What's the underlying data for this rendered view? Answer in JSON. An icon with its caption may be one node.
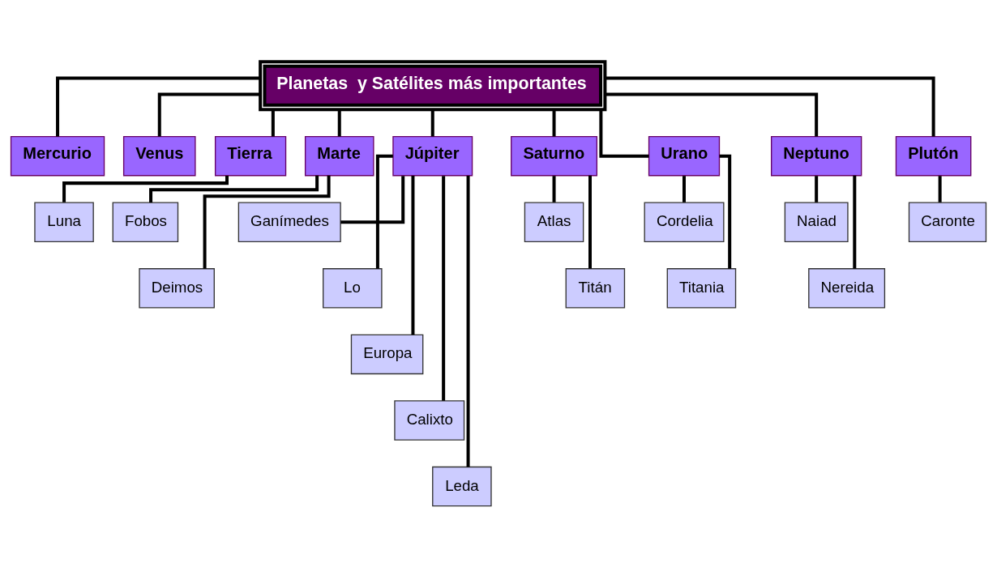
{
  "diagram": {
    "nodes": [
      {
        "text": [
          "Planetas  y Satélites más importantes"
        ]
      },
      {
        "text": [
          "Mercurio"
        ]
      },
      {
        "text": [
          "Venus"
        ]
      },
      {
        "text": [
          "Tierra"
        ]
      },
      {
        "text": [
          "Marte"
        ]
      },
      {
        "text": [
          "Júpiter"
        ]
      },
      {
        "text": [
          "Saturno"
        ]
      },
      {
        "text": [
          "Urano"
        ]
      },
      {
        "text": [
          "Neptuno"
        ]
      },
      {
        "text": [
          "Plutón"
        ]
      },
      {
        "text": [
          "Luna"
        ]
      },
      {
        "text": [
          "Fobos"
        ]
      },
      {
        "text": [
          "Deimos"
        ]
      },
      {
        "text": [
          "Ganímedes"
        ]
      },
      {
        "text": [
          "Lo"
        ]
      },
      {
        "text": [
          "Europa"
        ]
      },
      {
        "text": [
          "Calixto"
        ]
      },
      {
        "text": [
          "Leda"
        ]
      },
      {
        "text": [
          "Atlas"
        ]
      },
      {
        "text": [
          "Titán"
        ]
      },
      {
        "text": [
          "Cordelia"
        ]
      },
      {
        "text": [
          "Titania"
        ]
      },
      {
        "text": [
          "Naiad"
        ]
      },
      {
        "text": [
          "Nereida"
        ]
      },
      {
        "text": [
          "Caronte"
        ]
      }
    ],
    "edges": [
      {
        "from": 0,
        "to": 1,
        "arrow": "none"
      },
      {
        "from": 0,
        "to": 2,
        "arrow": "none"
      },
      {
        "from": 0,
        "to": 3,
        "arrow": "none"
      },
      {
        "from": 0,
        "to": 4,
        "arrow": "none"
      },
      {
        "from": 0,
        "to": 5,
        "arrow": "none"
      },
      {
        "from": 0,
        "to": 6,
        "arrow": "none"
      },
      {
        "from": 0,
        "to": 7,
        "arrow": "none"
      },
      {
        "from": 0,
        "to": 8,
        "arrow": "none"
      },
      {
        "from": 0,
        "to": 9,
        "arrow": "none"
      },
      {
        "from": 3,
        "to": 10,
        "arrow": "none"
      },
      {
        "from": 4,
        "to": 11,
        "arrow": "none"
      },
      {
        "from": 4,
        "to": 12,
        "arrow": "none"
      },
      {
        "from": 5,
        "to": 13,
        "arrow": "none"
      },
      {
        "from": 5,
        "to": 14,
        "arrow": "none"
      },
      {
        "from": 5,
        "to": 15,
        "arrow": "none"
      },
      {
        "from": 5,
        "to": 16,
        "arrow": "none"
      },
      {
        "from": 5,
        "to": 17,
        "arrow": "none"
      },
      {
        "from": 6,
        "to": 18,
        "arrow": "none"
      },
      {
        "from": 6,
        "to": 19,
        "arrow": "none"
      },
      {
        "from": 7,
        "to": 20,
        "arrow": "none"
      },
      {
        "from": 7,
        "to": 21,
        "arrow": "none"
      },
      {
        "from": 8,
        "to": 22,
        "arrow": "none"
      },
      {
        "from": 8,
        "to": 23,
        "arrow": "none"
      },
      {
        "from": 9,
        "to": 24,
        "arrow": "none"
      }
    ]
  }
}
